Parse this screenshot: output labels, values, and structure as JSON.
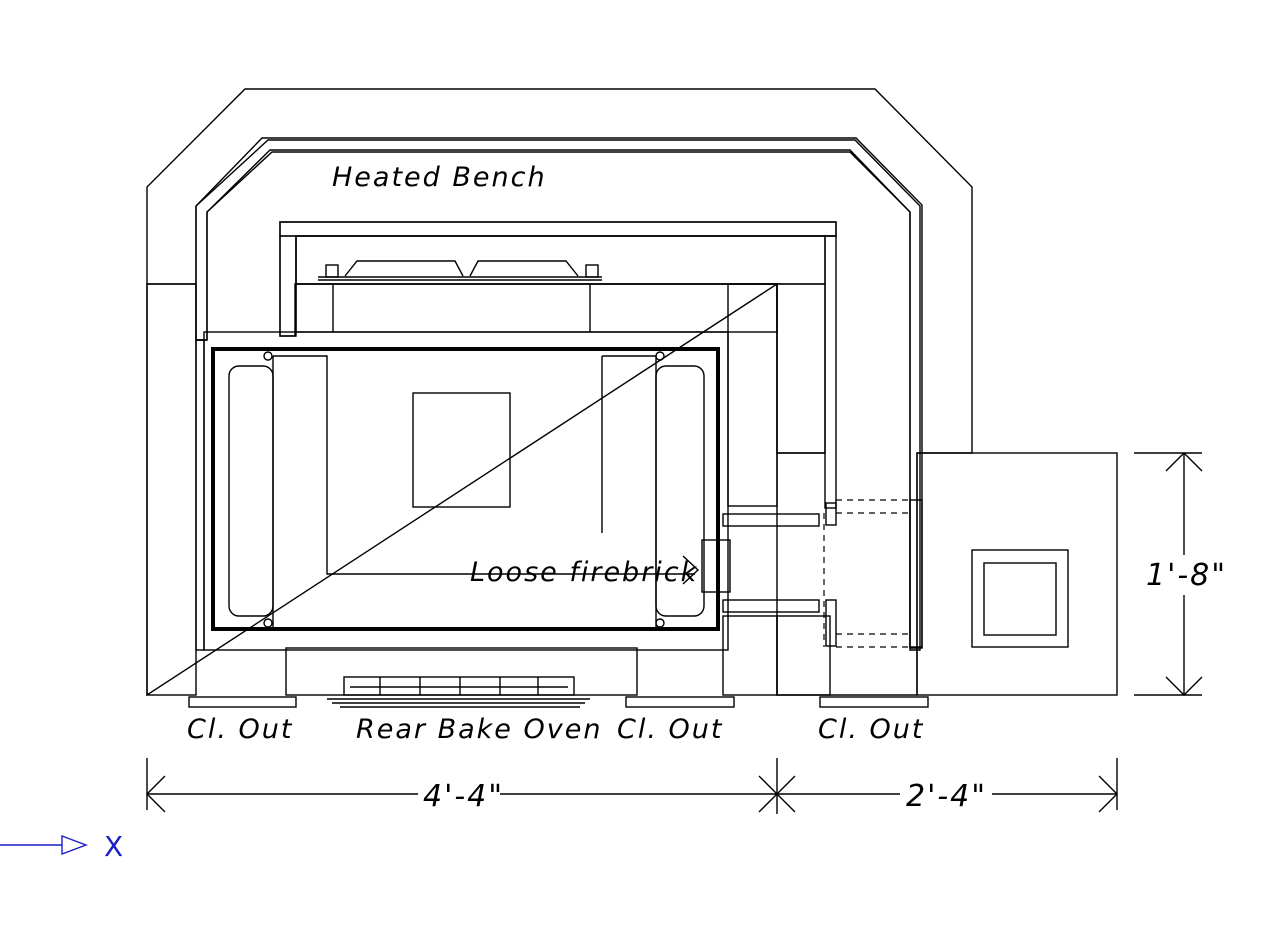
{
  "labels": {
    "heated_bench": "Heated Bench",
    "loose_firebrick": "Loose firebrick",
    "cleanout_1": "Cl. Out",
    "rear_bake_oven": "Rear Bake Oven",
    "cleanout_2": "Cl. Out",
    "cleanout_3": "Cl. Out"
  },
  "dimensions": {
    "overall_width_main": "4'-4\"",
    "overall_width_side": "2'-4\"",
    "side_height": "1'-8\""
  },
  "ucs_axis": {
    "x_label": "X"
  },
  "colors": {
    "line": "#000000",
    "ucs": "#1c1cc8",
    "background": "#ffffff"
  }
}
